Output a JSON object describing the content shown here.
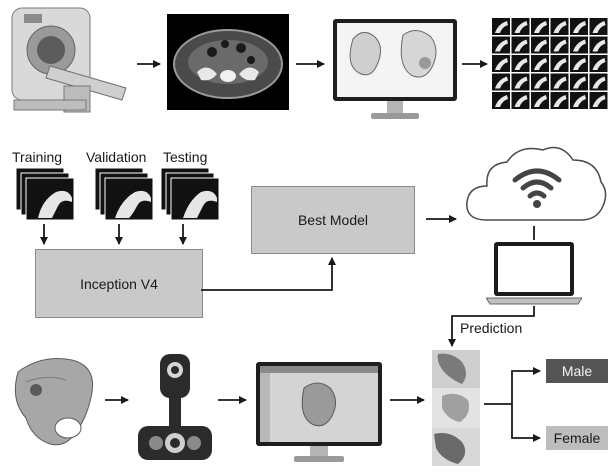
{
  "dataset": {
    "training_label": "Training",
    "validation_label": "Validation",
    "testing_label": "Testing"
  },
  "model": {
    "inception_label": "Inception V4",
    "best_model_label": "Best Model"
  },
  "deploy": {
    "prediction_label": "Prediction"
  },
  "outputs": {
    "male_label": "Male",
    "female_label": "Female"
  },
  "icons": {
    "scanner": "ct-scanner-icon",
    "ct_slice": "ct-slice-image",
    "monitor": "monitor-3d-pelvis-icon",
    "grid": "image-tiles-grid",
    "cloud": "cloud-wifi-icon",
    "laptop": "laptop-icon",
    "bone": "pelvic-bone-photo",
    "handheld_scanner": "3d-handheld-scanner-icon",
    "monitor2": "monitor-3d-model-icon",
    "result_strip": "prediction-image-strip"
  },
  "colors": {
    "box_fill": "#c9c9c9",
    "male_fill": "#555555",
    "female_fill": "#bdbdbd"
  }
}
